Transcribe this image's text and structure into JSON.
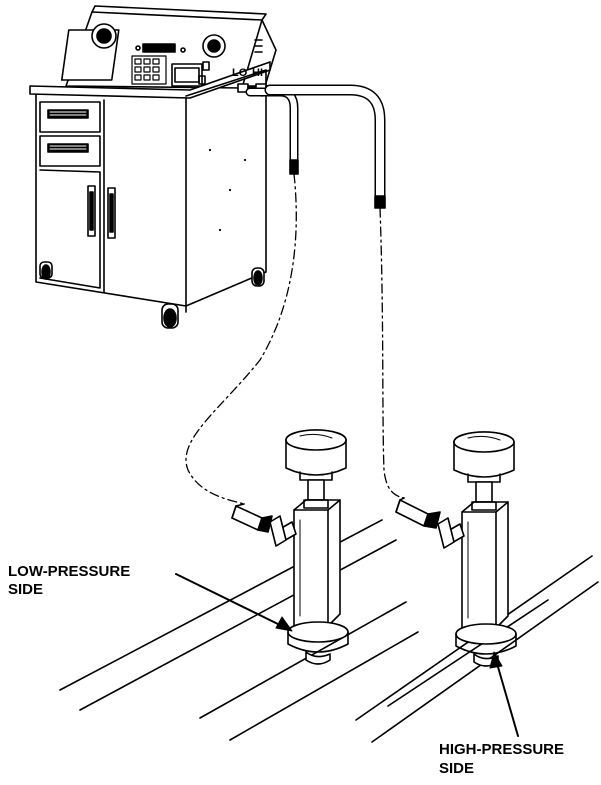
{
  "labels": {
    "low_pressure_line1": "LOW-PRESSURE",
    "low_pressure_line2": "SIDE",
    "high_pressure_line1": "HIGH-PRESSURE",
    "high_pressure_line2": "SIDE",
    "port_lo": "LO",
    "port_hi": "HI"
  },
  "colors": {
    "line": "#000000",
    "background": "#ffffff"
  }
}
